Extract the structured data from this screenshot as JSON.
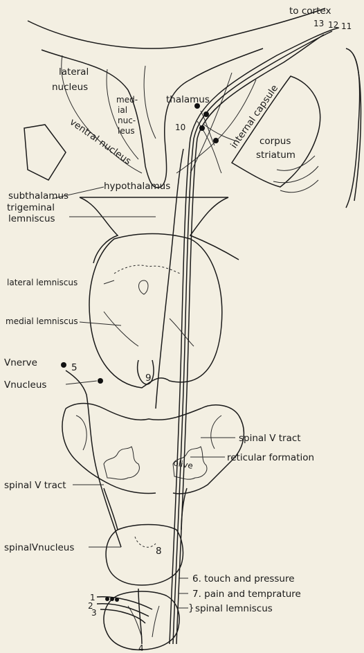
{
  "labels": {
    "to_cortex": "to cortex",
    "n13": "13",
    "n12": "12",
    "n11": "11",
    "lateral_nucleus_1": "lateral",
    "lateral_nucleus_2": "nucleus",
    "medial_nucleus_1": "med-",
    "medial_nucleus_2": "ial",
    "medial_nucleus_3": "nuc-",
    "medial_nucleus_4": "leus",
    "thalamus": "thalamus",
    "n10": "10",
    "internal_capsule": "internal capsule",
    "ventral_nucleus": "ventral nucleus",
    "corpus_1": "corpus",
    "corpus_2": "striatum",
    "hypothalamus": "hypothalamus",
    "subthalamus": "subthalamus",
    "trigeminal_1": "trigeminal",
    "trigeminal_2": "lemniscus",
    "lateral_lemniscus": "lateral lemniscus",
    "medial_lemniscus": "medial lemniscus",
    "vnerve": "Ⅴnerve",
    "n5": "5",
    "vnucleus": "Ⅴnucleus",
    "n9": "9",
    "spinal_v_tract_right": "spinal Ⅴ tract",
    "reticular_formation": "reticular formation",
    "olive": "olive",
    "spinal_v_tract_left": "spinal Ⅴ tract",
    "spinal_v_nucleus": "spinalⅤnucleus",
    "n8": "8",
    "touch": "6. touch and pressure",
    "pain": "7. pain and temprature",
    "spinal_lemniscus": "spinal lemniscus",
    "n1": "1",
    "n2": "2",
    "n3": "3",
    "n4": "4"
  }
}
